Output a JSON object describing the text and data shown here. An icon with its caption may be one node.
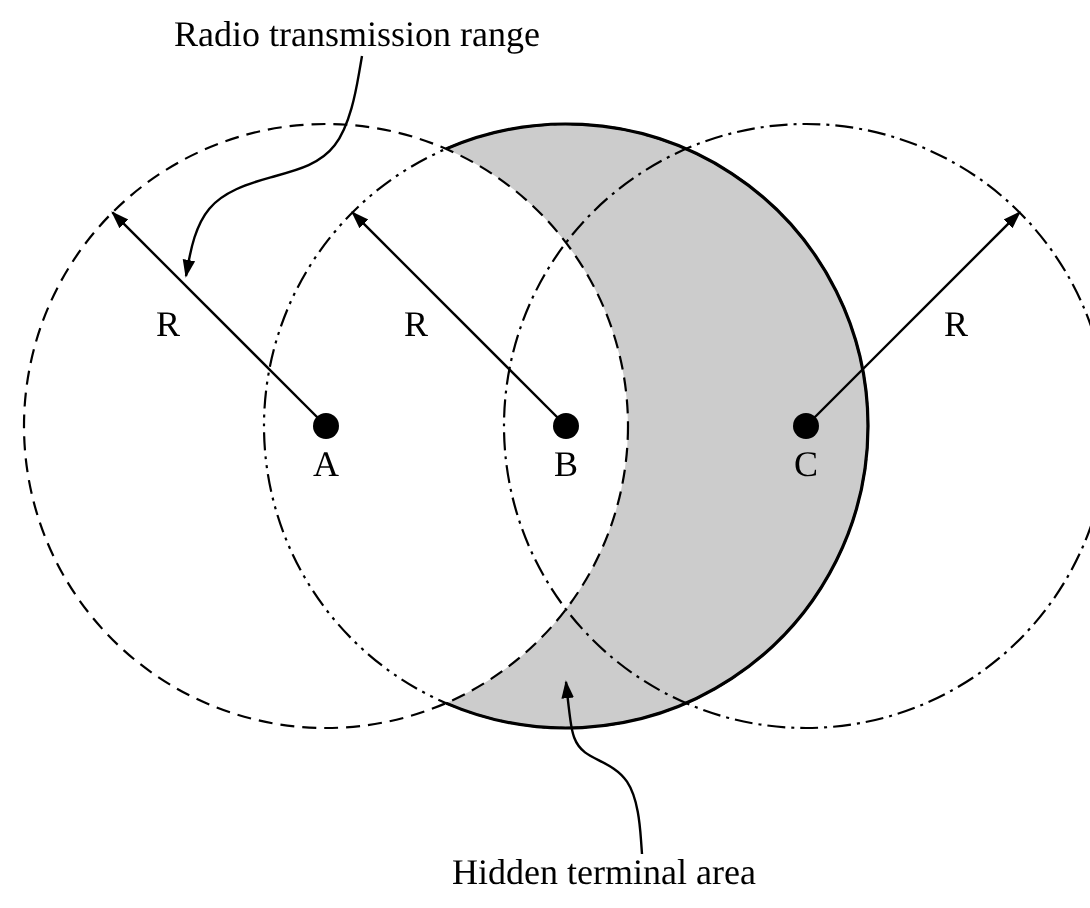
{
  "diagram": {
    "nodes": [
      {
        "text": [
          "Radio transmission range"
        ]
      },
      {
        "text": [
          "A"
        ]
      },
      {
        "text": [
          "B"
        ]
      },
      {
        "text": [
          "C"
        ]
      },
      {
        "text": [
          "Hidden terminal area"
        ]
      }
    ],
    "edges": [
      {
        "from": 0,
        "to": null,
        "arrow": "to"
      },
      {
        "from": 4,
        "to": null,
        "arrow": "to"
      }
    ],
    "labels": [
      "R",
      "R",
      "R"
    ]
  }
}
